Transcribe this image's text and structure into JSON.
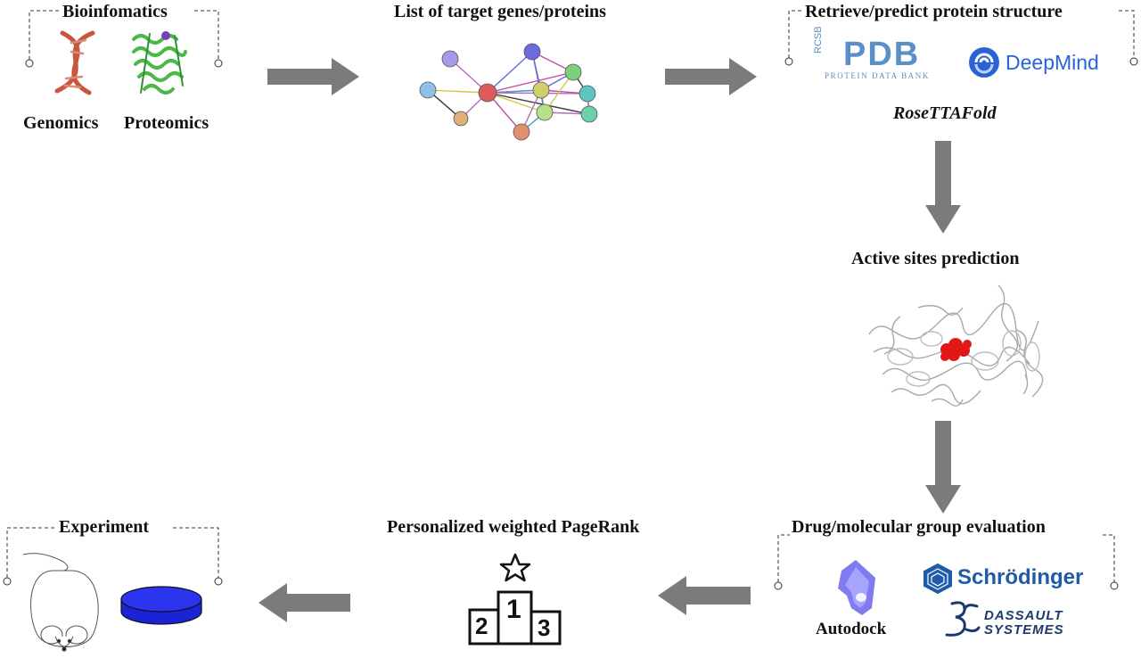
{
  "stages": {
    "bioinformatics": {
      "title": "Bioinfomatics",
      "items": [
        "Genomics",
        "Proteomics"
      ]
    },
    "targets": {
      "title": "List of target genes/proteins"
    },
    "structure": {
      "title": "Retrieve/predict protein structure",
      "pdb_main": "PDB",
      "pdb_side": "RCSB",
      "pdb_sub": "PROTEIN DATA BANK",
      "deepmind": "DeepMind",
      "rosettafold": "RoseTTAFold"
    },
    "active_sites": {
      "title": "Active sites prediction"
    },
    "drug_eval": {
      "title": "Drug/molecular group evaluation",
      "autodock": "Autodock",
      "schrodinger": "Schrödinger",
      "dassault_1": "DASSAULT",
      "dassault_2": "SYSTEMES"
    },
    "pagerank": {
      "title": "Personalized weighted PageRank",
      "podium": [
        "2",
        "1",
        "3"
      ]
    },
    "experiment": {
      "title": "Experiment"
    }
  },
  "colors": {
    "arrow": "#7b7b7b",
    "bracket": "#333333",
    "pdb_blue": "#5b8fc7",
    "deepmind_blue": "#2a63d8",
    "schrodinger_blue": "#1e5ba8",
    "dassault_navy": "#1c3a6e",
    "autodock_purple": "#7f7cf0",
    "active_red": "#e01818",
    "dish_blue": "#1a23d6",
    "dna_red": "#c8553d",
    "protein_green": "#4cb84a"
  },
  "icons": [
    "dna-icon",
    "protein-ribbon-icon",
    "network-graph-icon",
    "protein-structure-icon",
    "mouse-icon",
    "petri-dish-icon",
    "podium-icon",
    "star-icon"
  ]
}
